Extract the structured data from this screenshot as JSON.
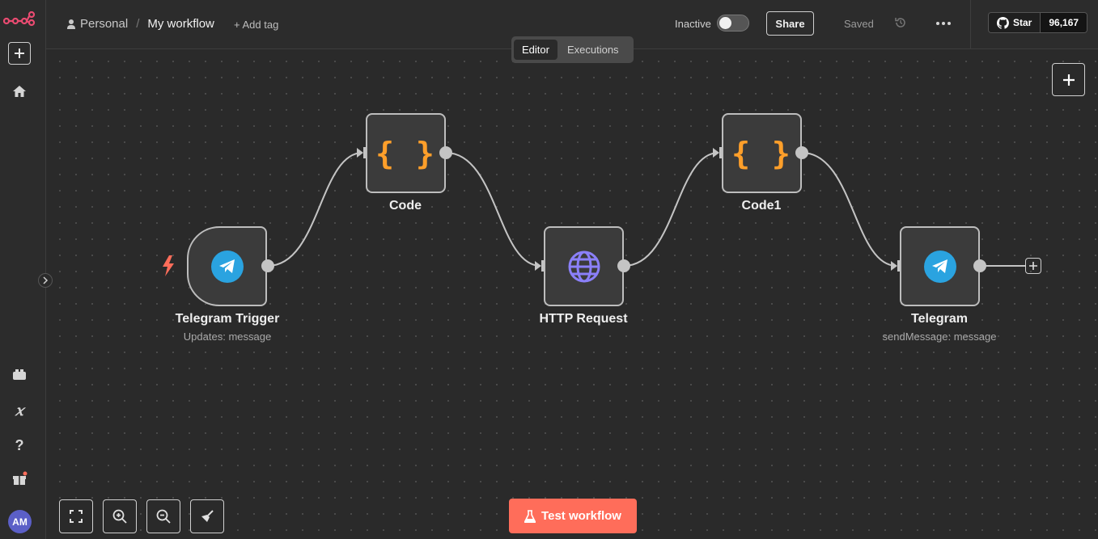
{
  "colors": {
    "accent": "#ff6d5a",
    "code_icon": "#ff9f2a",
    "telegram": "#2aa3e0",
    "http_globe": "#8b80f9",
    "trigger_bolt": "#ff6d5a"
  },
  "header": {
    "project": "Personal",
    "separator": "/",
    "workflow_name": "My workflow",
    "add_tag": "+ Add tag",
    "status": "Inactive",
    "share": "Share",
    "saved": "Saved",
    "github": {
      "star": "Star",
      "count": "96,167"
    }
  },
  "tabs": [
    {
      "label": "Editor",
      "active": true
    },
    {
      "label": "Executions",
      "active": false
    }
  ],
  "sidebar": {
    "avatar_initials": "AM"
  },
  "nodes": [
    {
      "name": "Telegram Trigger",
      "subtitle": "Updates: message",
      "icon": "telegram-icon"
    },
    {
      "name": "Code",
      "subtitle": "",
      "icon": "code-braces-icon"
    },
    {
      "name": "HTTP Request",
      "subtitle": "",
      "icon": "globe-icon"
    },
    {
      "name": "Code1",
      "subtitle": "",
      "icon": "code-braces-icon"
    },
    {
      "name": "Telegram",
      "subtitle": "sendMessage: message",
      "icon": "telegram-icon"
    }
  ],
  "code_glyph": "{ }",
  "footer": {
    "test_workflow": "Test workflow"
  }
}
